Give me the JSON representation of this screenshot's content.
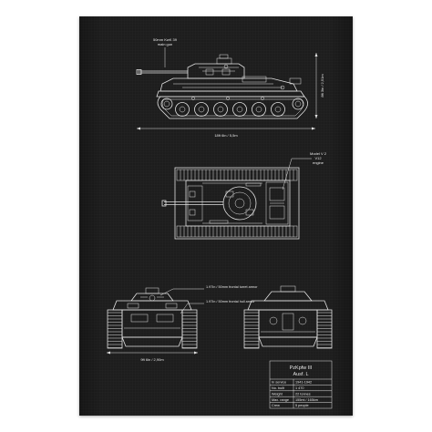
{
  "labels": {
    "gun": [
      "50mm KwK 39",
      "main gun"
    ],
    "length": "18ft 6in / 5,5m",
    "height": "8ft 3in / 2,51m",
    "engine": [
      "Model V 2",
      "V12",
      "engine"
    ],
    "turret_armor": "1.97in / 50mm frontal turret armor",
    "hull_armor": "1.97in / 50mm frontal hull armor",
    "width": "9ft 6in / 2,90m"
  },
  "table": {
    "title": "PzKpfw III",
    "subtitle": "Ausf. L",
    "rows": [
      {
        "key": "In service",
        "value": "1941-1942"
      },
      {
        "key": "No. built",
        "value": "1 470"
      },
      {
        "key": "Weight",
        "value": "22 tonnes"
      },
      {
        "key": "Max. range",
        "value": "155mi / 165km"
      },
      {
        "key": "Crew",
        "value": "5 people"
      }
    ]
  },
  "colors": {
    "poster": "#1d1d1d",
    "line": "#e2e2e2",
    "wall": "#ffffff"
  }
}
